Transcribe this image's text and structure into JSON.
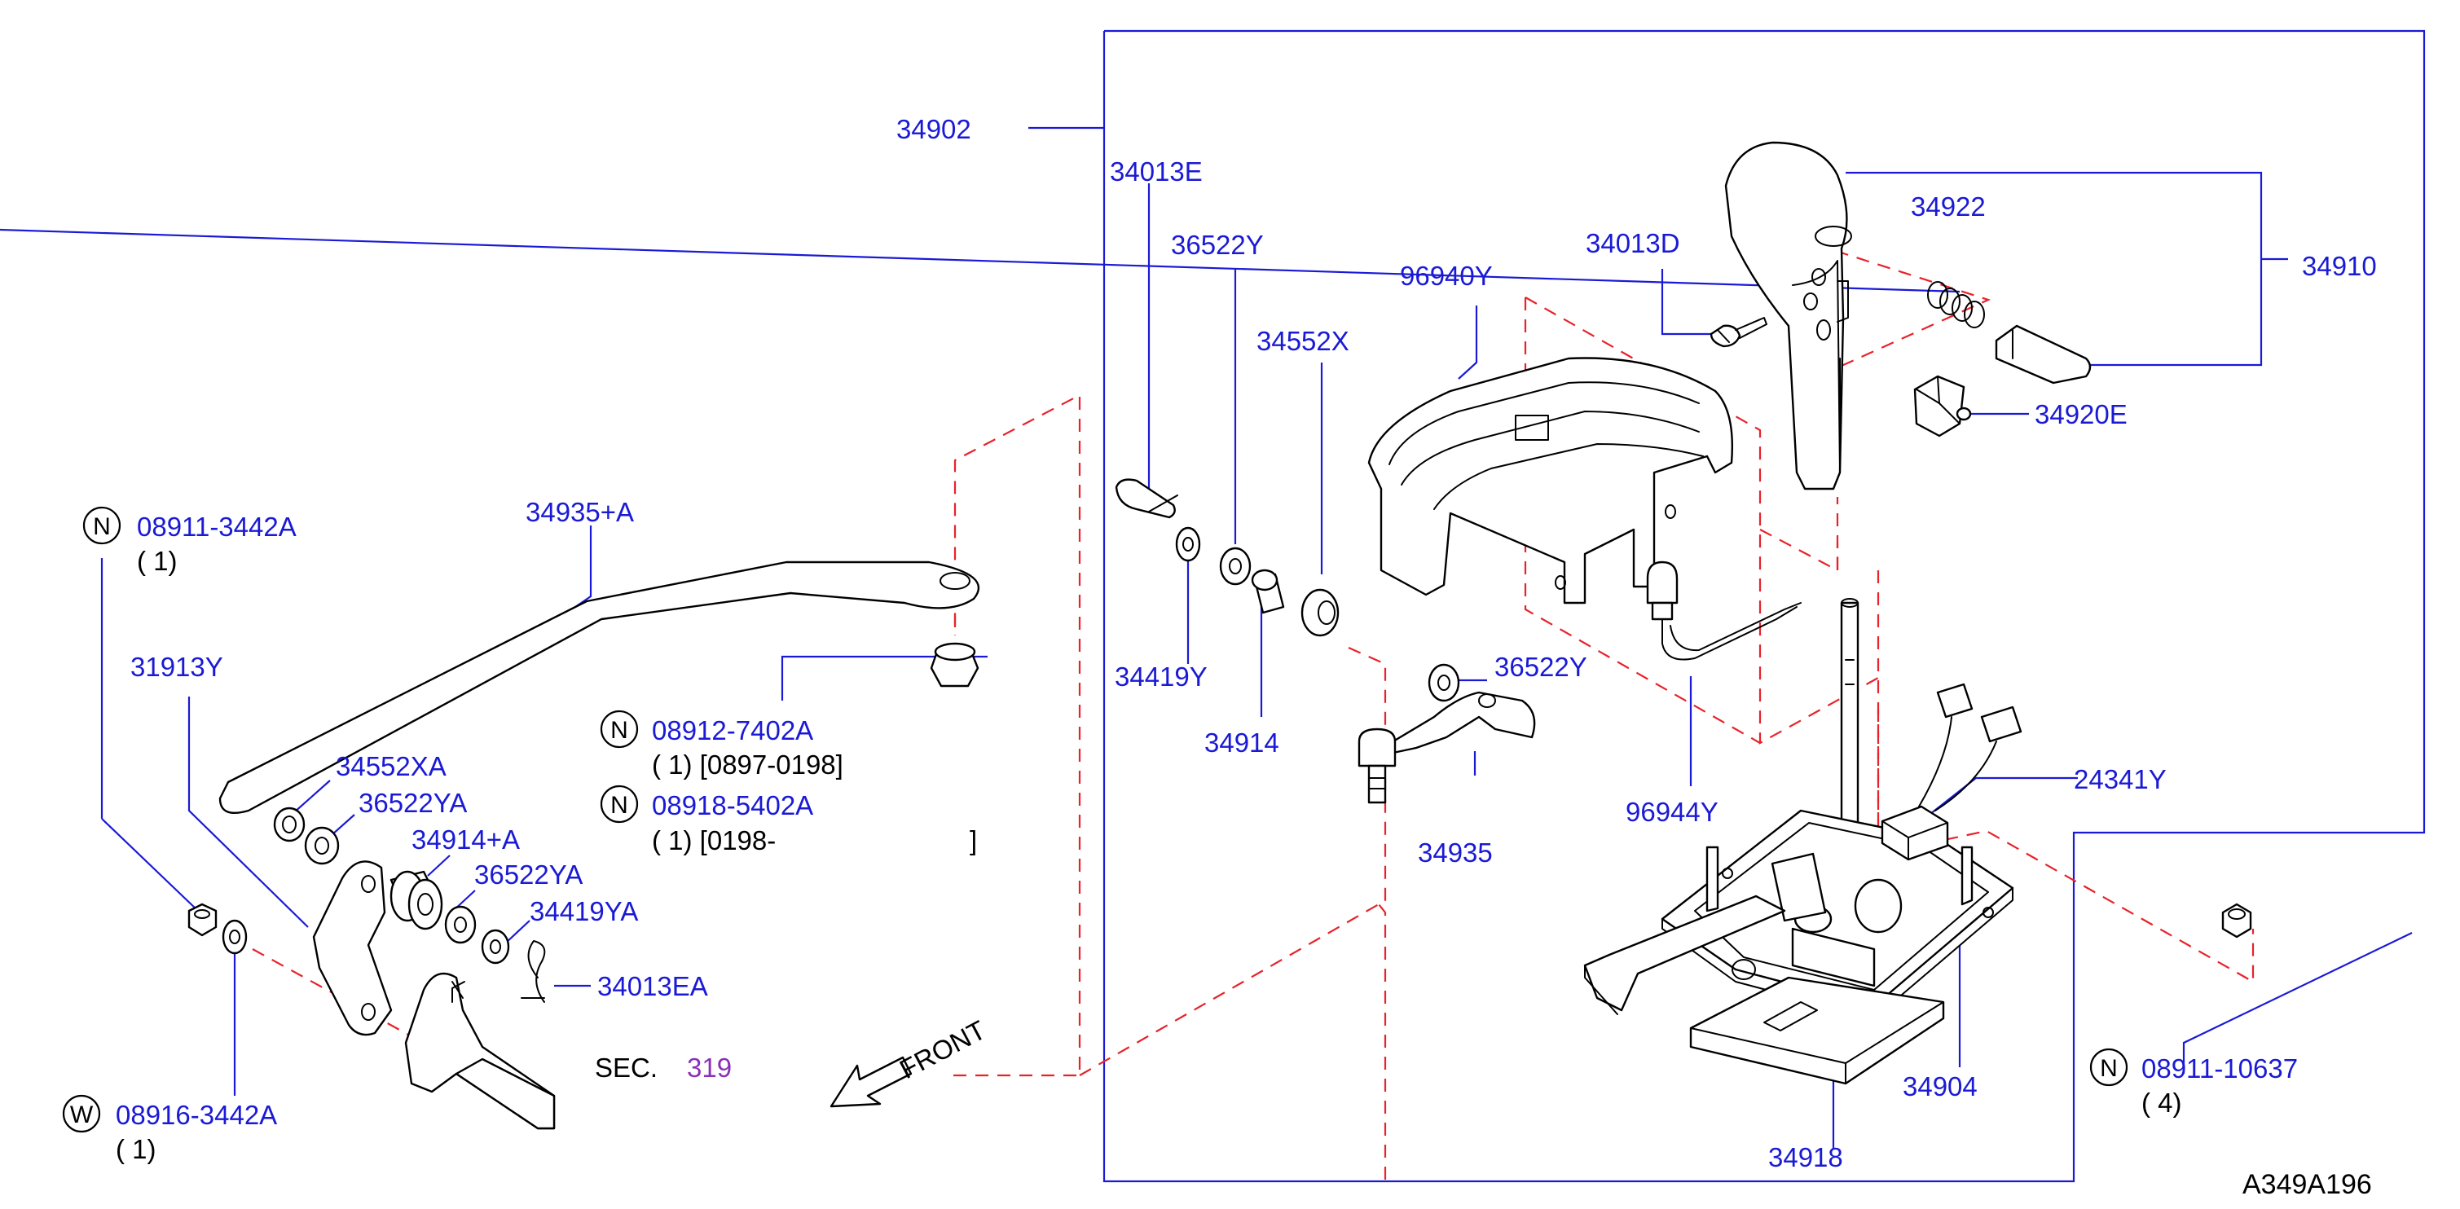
{
  "labels": {
    "l34902": "34902",
    "l34013E": "34013E",
    "l36522Y_top": "36522Y",
    "l96940Y": "96940Y",
    "l34552X": "34552X",
    "l34013D": "34013D",
    "l34922": "34922",
    "l34910": "34910",
    "l34920E": "34920E",
    "l34419Y": "34419Y",
    "l34914": "34914",
    "l36522Y_mid": "36522Y",
    "l34935": "34935",
    "l96944Y": "96944Y",
    "l24341Y": "24341Y",
    "l34904": "34904",
    "l34918": "34918",
    "l34935A": "34935+A",
    "l31913Y": "31913Y",
    "l34552XA": "34552XA",
    "l36522YA_1": "36522YA",
    "l34914A": "34914+A",
    "l36522YA_2": "36522YA",
    "l34419YA": "34419YA",
    "l34013EA": "34013EA",
    "sec": "SEC.",
    "sec_num": "319",
    "front": "FRONT",
    "n08911_3442A": "08911-3442A",
    "q08911_3442A": "( 1)",
    "n08912_7402A": "08912-7402A",
    "q08912_7402A": "( 1) [0897-0198]",
    "n08918_5402A": "08918-5402A",
    "q08918_5402A": "( 1) [0198-",
    "q08918_close": "]",
    "n08916_3442A": "08916-3442A",
    "q08916_3442A": "( 1)",
    "n08911_10637": "08911-10637",
    "q08911_10637": "( 4)",
    "diagram_id": "A349A196"
  },
  "symbols": {
    "n": "N",
    "w": "W"
  },
  "colors": {
    "part_number": "#1a1ad6",
    "dash_line": "#e8222a",
    "section_ref": "#8b2fb8"
  }
}
